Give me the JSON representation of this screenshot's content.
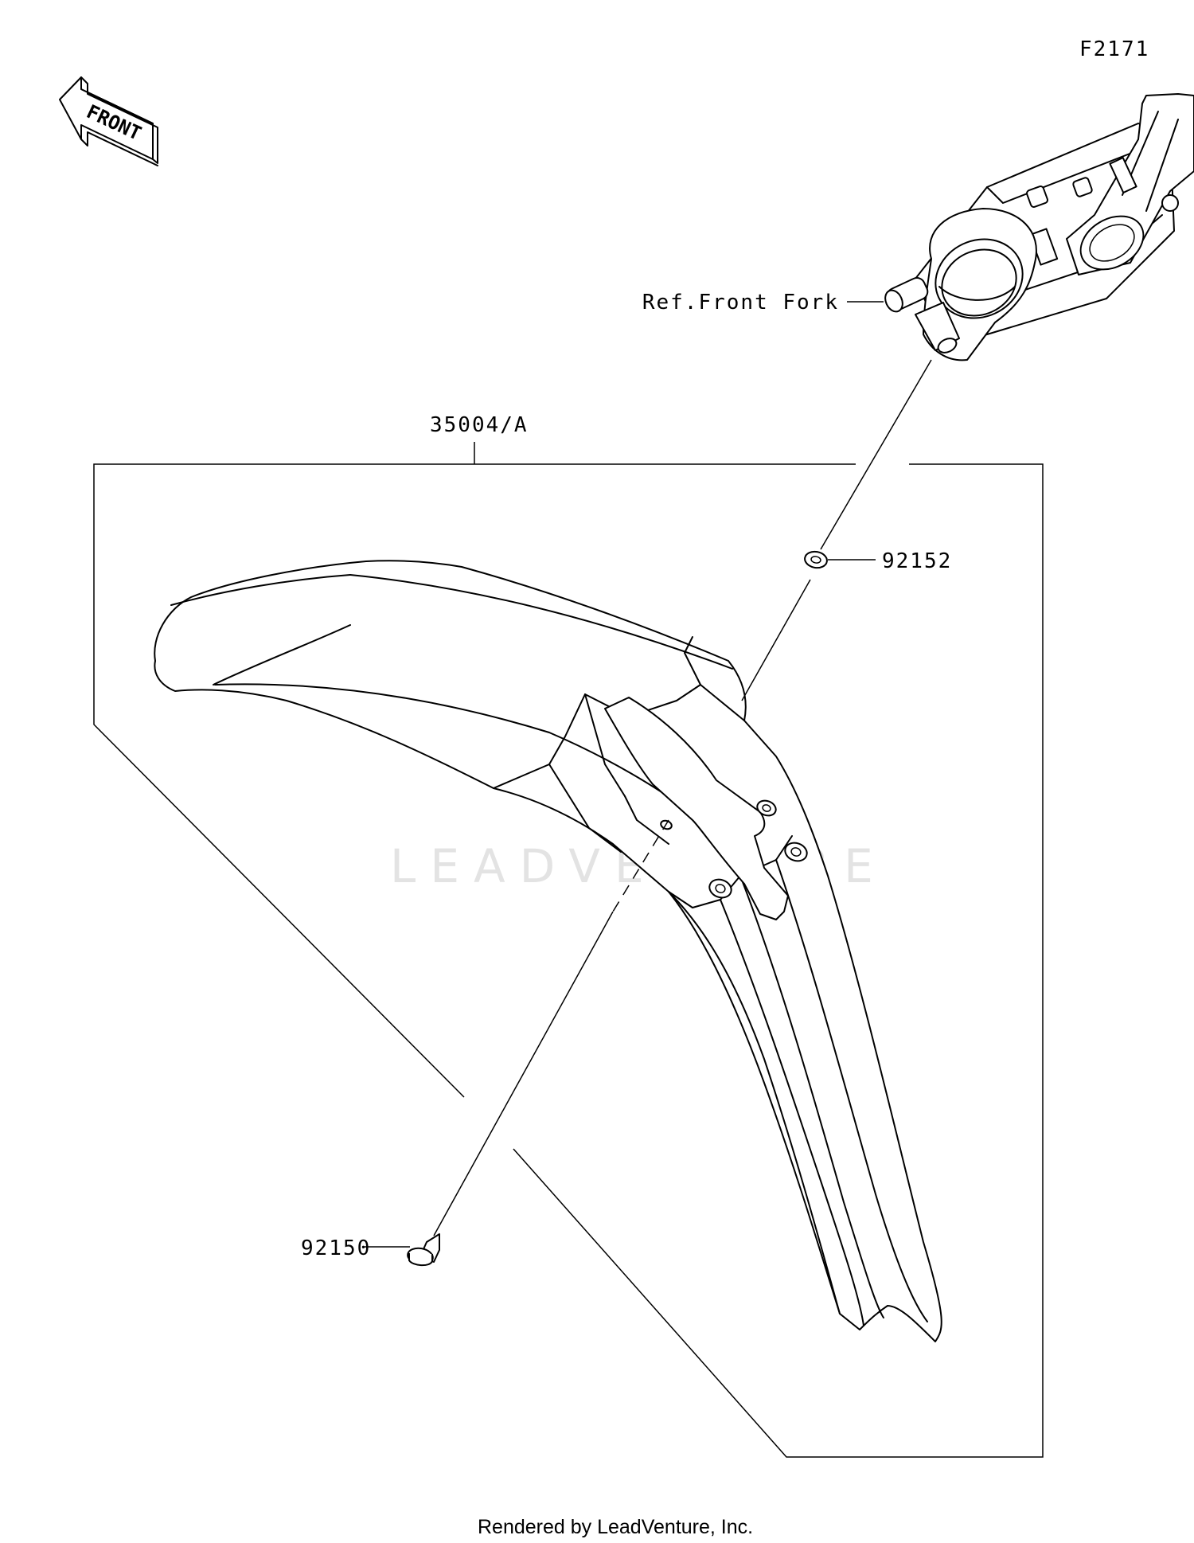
{
  "diagram_code": "F2171",
  "front_arrow_label": "FRONT",
  "callouts": {
    "front_fork_ref": "Ref.Front Fork",
    "fender": "35004/A",
    "washer": "92152",
    "bolt": "92150"
  },
  "watermark": "LEADVENTURE",
  "footer": "Rendered by LeadVenture, Inc."
}
